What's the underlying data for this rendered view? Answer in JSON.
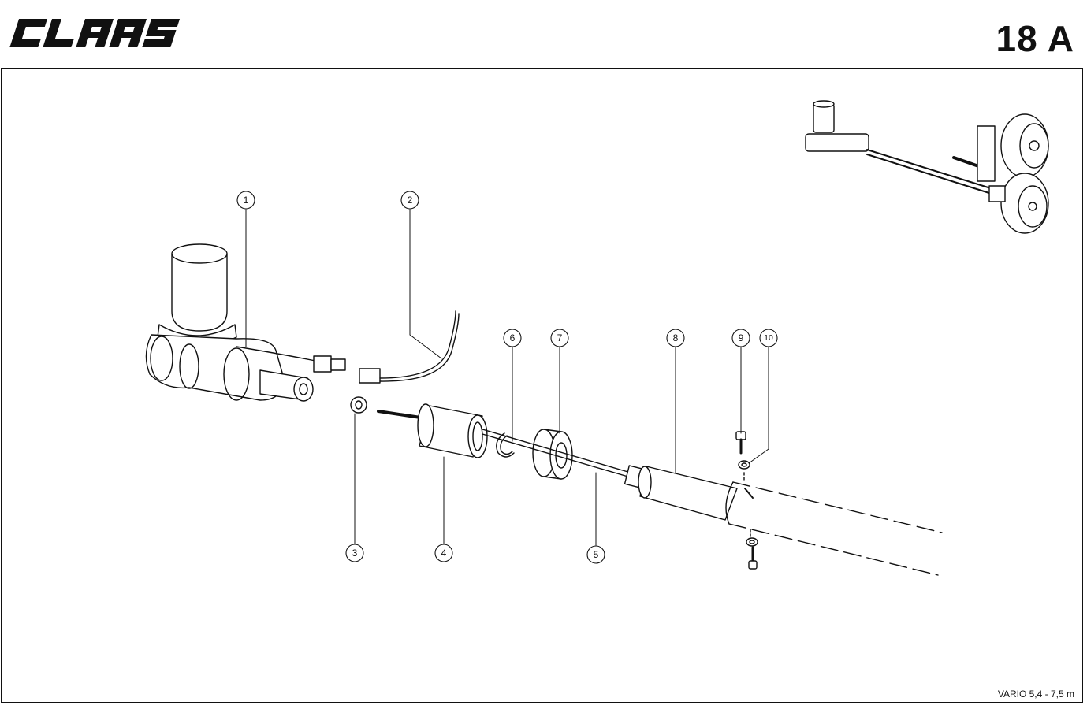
{
  "header": {
    "brand": "CLAAS",
    "page_number": "18 A"
  },
  "footer": {
    "model_range": "VARIO 5,4 - 7,5 m"
  },
  "callouts": [
    {
      "id": "c1",
      "label": "1"
    },
    {
      "id": "c2",
      "label": "2"
    },
    {
      "id": "c3",
      "label": "3"
    },
    {
      "id": "c4",
      "label": "4"
    },
    {
      "id": "c5",
      "label": "5"
    },
    {
      "id": "c6",
      "label": "6"
    },
    {
      "id": "c7",
      "label": "7"
    },
    {
      "id": "c8",
      "label": "8"
    },
    {
      "id": "c9",
      "label": "9"
    },
    {
      "id": "c10",
      "label": "10"
    }
  ],
  "colors": {
    "ink": "#111111",
    "paper": "#ffffff"
  }
}
